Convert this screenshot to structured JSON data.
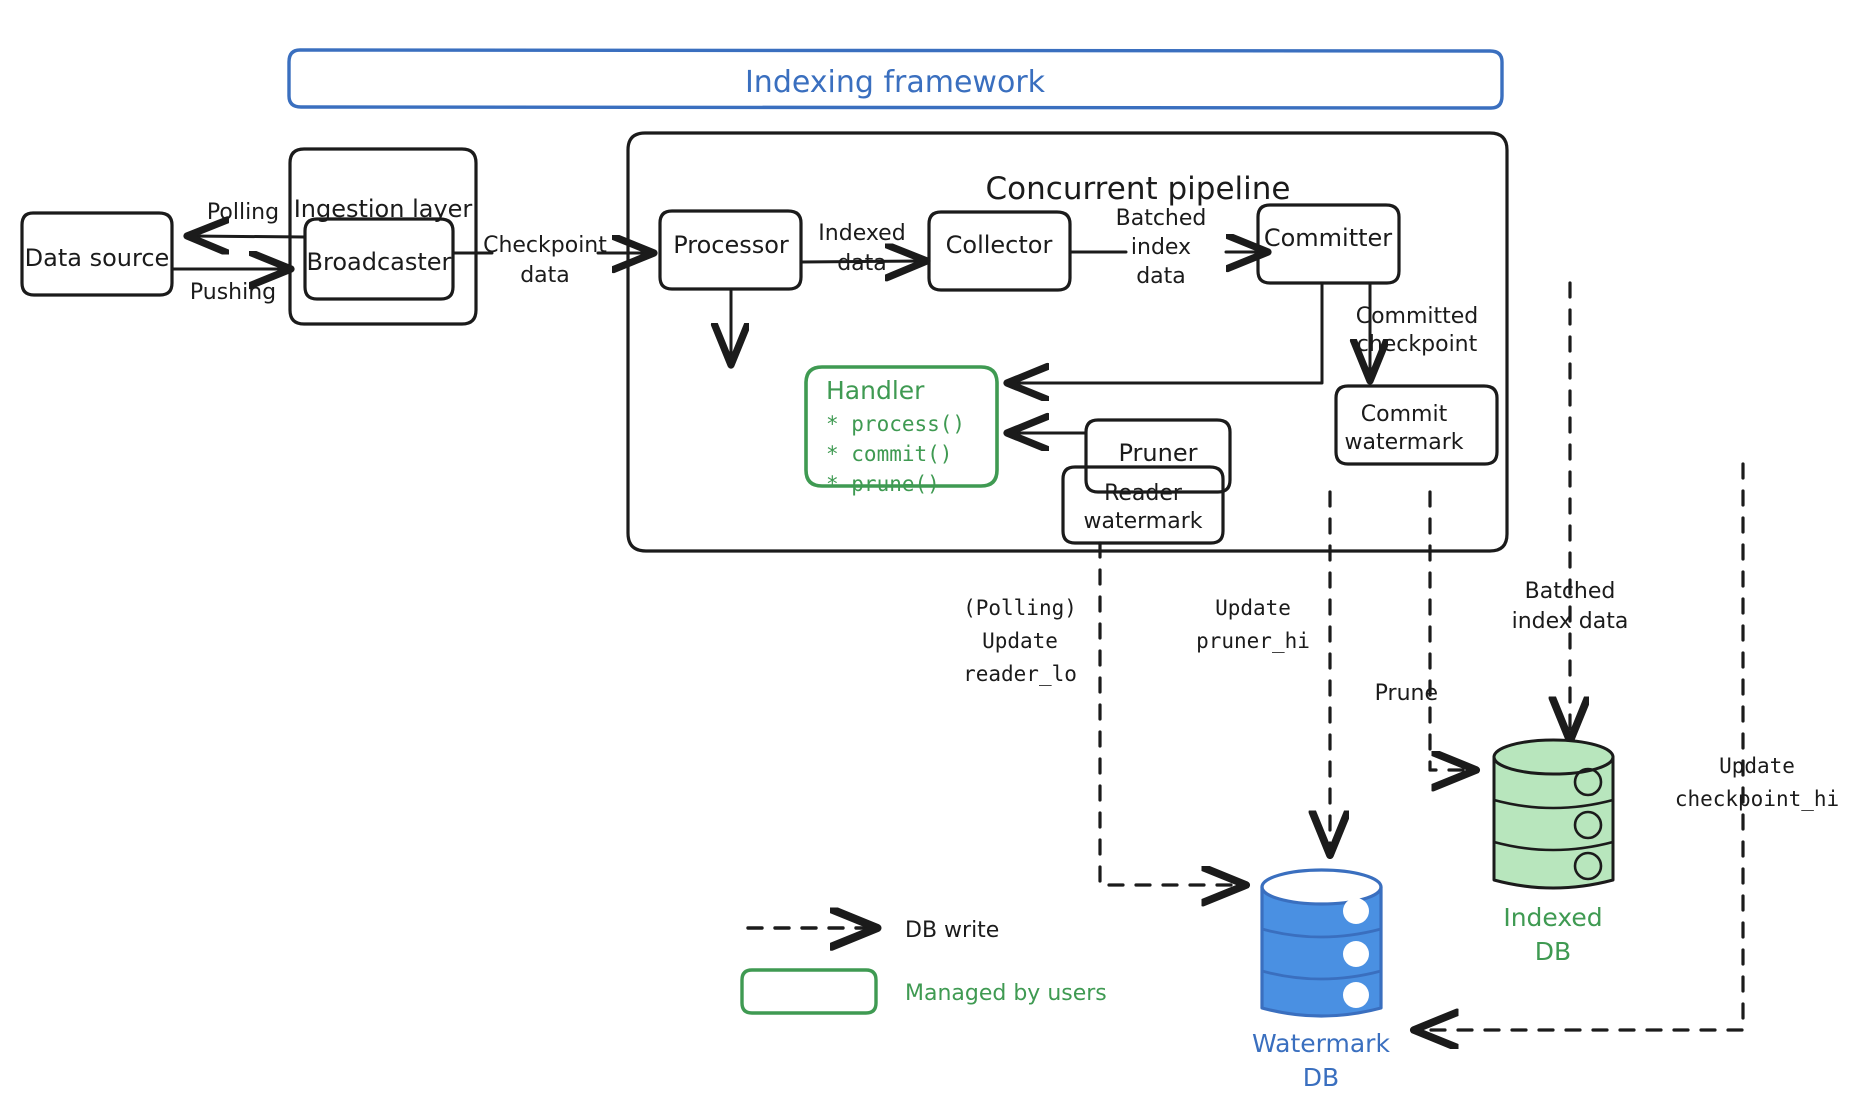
{
  "diagram": {
    "title": "Indexing framework",
    "title_color": "#3a6fbf",
    "accent_green": "#3f9a52",
    "accent_blue": "#3a6fbf",
    "ink": "#1b1b1b"
  },
  "containers": {
    "framework": {
      "label": "Indexing framework"
    },
    "ingestion": {
      "label": "Ingestion layer"
    },
    "pipeline": {
      "label": "Concurrent pipeline"
    }
  },
  "nodes": {
    "data_source": {
      "label": "Data source"
    },
    "broadcaster": {
      "label": "Broadcaster"
    },
    "processor": {
      "label": "Processor"
    },
    "collector": {
      "label": "Collector"
    },
    "committer": {
      "label": "Committer"
    },
    "commit_watermark": {
      "line1": "Commit",
      "line2": "watermark"
    },
    "reader_watermark": {
      "line1": "Reader",
      "line2": "watermark"
    },
    "pruner": {
      "label": "Pruner"
    },
    "handler": {
      "title": "Handler",
      "methods": [
        "* process()",
        "* commit()",
        "* prune()"
      ]
    }
  },
  "databases": {
    "indexed": {
      "line1": "Indexed",
      "line2": "DB",
      "color": "#b8e6bd",
      "label_color": "#3f9a52"
    },
    "watermark": {
      "line1": "Watermark",
      "line2": "DB",
      "color": "#4a90e2",
      "label_color": "#3a6fbf"
    }
  },
  "edge_labels": {
    "polling": "Polling",
    "pushing": "Pushing",
    "checkpoint_data": {
      "line1": "Checkpoint",
      "line2": "data"
    },
    "indexed_data": {
      "line1": "Indexed",
      "line2": "data"
    },
    "batched_index_data_top": {
      "line1": "Batched",
      "line2": "index",
      "line3": "data"
    },
    "committed_checkpoint": {
      "line1": "Committed",
      "line2": "checkpoint"
    },
    "batched_index_data_bottom": {
      "line1": "Batched",
      "line2": "index data"
    },
    "prune": "Prune",
    "update_reader_lo": {
      "line1": "(Polling)",
      "line2": "Update",
      "line3": "reader_lo"
    },
    "update_pruner_hi": {
      "line1": "Update",
      "line2": "pruner_hi"
    },
    "update_checkpoint_hi": {
      "line1": "Update",
      "line2": "checkpoint_hi"
    }
  },
  "legend": {
    "items": [
      {
        "kind": "dashed-arrow",
        "label": "DB write",
        "color": "#1b1b1b"
      },
      {
        "kind": "green-box",
        "label": "Managed by users",
        "color": "#3f9a52"
      }
    ]
  }
}
